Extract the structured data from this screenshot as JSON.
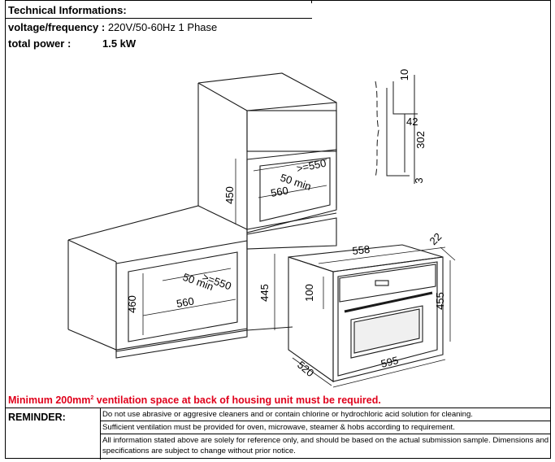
{
  "tech": {
    "title": "Technical Informations:",
    "voltage_label": "voltage/frequency :",
    "voltage_value": "220V/50-60Hz 1 Phase",
    "power_label": "total power :",
    "power_value": "1.5 kW"
  },
  "dimensions": {
    "upper_housing_height": "450",
    "upper_vent_gap": ">=550",
    "upper_vent_min": "50 min",
    "upper_depth": "560",
    "lower_housing_height": "460",
    "lower_vent_gap": ">=550",
    "lower_vent_min": "50 min",
    "lower_depth": "560",
    "column_cut_height": "445",
    "section_top": "10",
    "section_offset": "42",
    "section_height": "302",
    "section_bottom": "3",
    "oven_width_top": "558",
    "oven_depth_trim": "22",
    "oven_panel_height": "100",
    "oven_height": "455",
    "oven_depth": "520",
    "oven_width": "595"
  },
  "warning": {
    "text_prefix": "Minimum 200mm",
    "superscript": "2",
    "text_suffix": " ventilation space at back of housing unit must be required.",
    "color": "#e0001b"
  },
  "reminder": {
    "label": "REMINDER:",
    "items": [
      "Do not use abrasive or aggresive cleaners and or contain chlorine or hydrochloric acid solution for cleaning.",
      "Sufficient ventilation must be provided for oven, microwave, steamer & hobs according to requirement.",
      "All information stated above are solely for reference only, and should be based on the actual submission sample. Dimensions and specifications are subject to change without prior notice."
    ]
  }
}
